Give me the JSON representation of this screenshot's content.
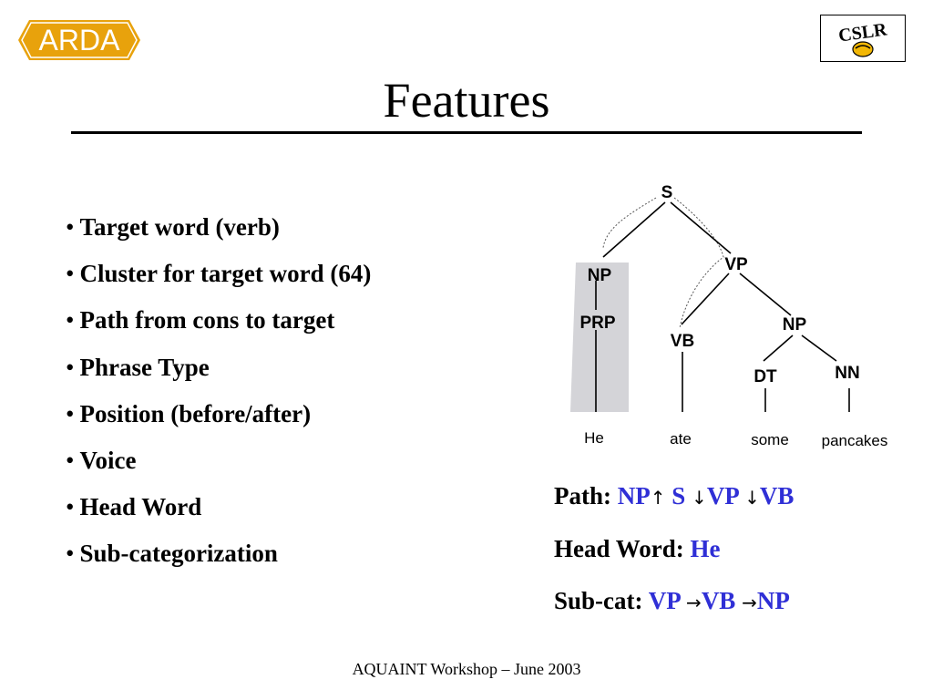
{
  "slide": {
    "title": "Features",
    "footer": "AQUAINT Workshop – June 2003"
  },
  "logos": {
    "left": {
      "text": "ARDA",
      "color": "#e8a20c"
    },
    "right": {
      "text": "CSLR",
      "color": "#f2b705"
    }
  },
  "bullets": [
    "Target word (verb)",
    "Cluster for target word (64)",
    "Path from cons to target",
    "Phrase Type",
    "Position (before/after)",
    "Voice",
    "Head Word",
    "Sub-categorization"
  ],
  "tree": {
    "nodes": {
      "s": "S",
      "np": "NP",
      "vp": "VP",
      "prp": "PRP",
      "vb": "VB",
      "np2": "NP",
      "dt": "DT",
      "nn": "NN"
    },
    "words": {
      "he": "He",
      "ate": "ate",
      "some": "some",
      "pancakes": "pancakes"
    },
    "highlight_color": "#d4d4d8"
  },
  "features": {
    "path": {
      "label": "Path:",
      "parts": [
        "NP",
        "S",
        "VP",
        "VB"
      ],
      "arrows": [
        "↑",
        "↓",
        "↓"
      ]
    },
    "head_word": {
      "label": "Head Word:",
      "value": "He"
    },
    "subcat": {
      "label": "Sub-cat:",
      "parts": [
        "VP",
        "VB",
        "NP"
      ],
      "arrows": [
        "→",
        "→"
      ]
    },
    "value_color": "#2f2fd6"
  }
}
